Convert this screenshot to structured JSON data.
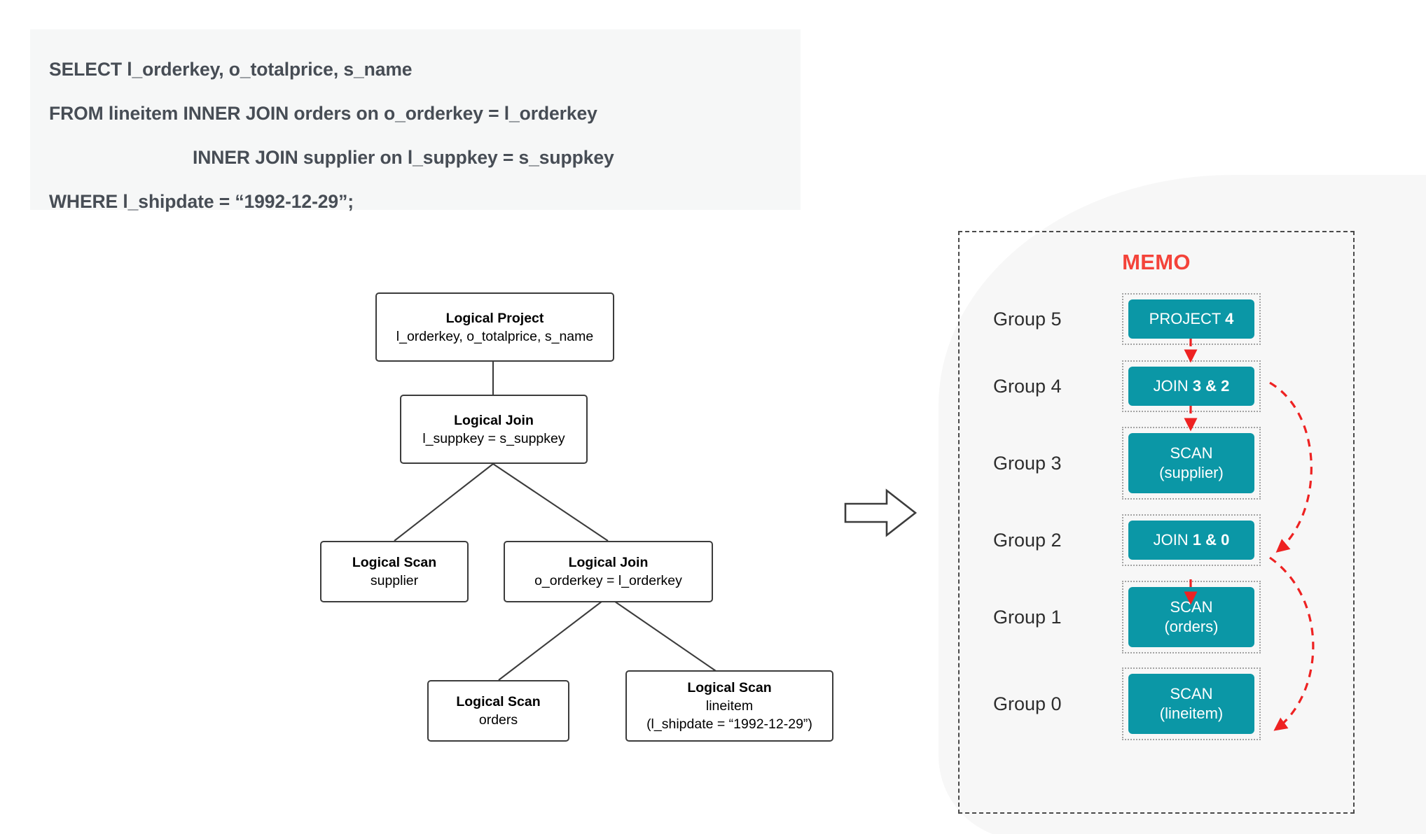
{
  "sql": {
    "lines": [
      {
        "text": "SELECT l_orderkey, o_totalprice, s_name",
        "indent": false
      },
      {
        "text": "FROM lineitem INNER JOIN orders on o_orderkey = l_orderkey",
        "indent": false
      },
      {
        "text": "INNER JOIN supplier on l_suppkey = s_suppkey",
        "indent": true
      },
      {
        "text": "WHERE l_shipdate = “1992-12-29”;",
        "indent": false
      }
    ]
  },
  "tree": {
    "nodes": [
      {
        "title": "Logical Project",
        "sub": "l_orderkey, o_totalprice, s_name",
        "sub2": ""
      },
      {
        "title": "Logical Join",
        "sub": "l_suppkey = s_suppkey",
        "sub2": ""
      },
      {
        "title": "Logical Scan",
        "sub": "supplier",
        "sub2": ""
      },
      {
        "title": "Logical Join",
        "sub": "o_orderkey = l_orderkey",
        "sub2": ""
      },
      {
        "title": "Logical Scan",
        "sub": "orders",
        "sub2": ""
      },
      {
        "title": "Logical Scan",
        "sub": "lineitem",
        "sub2": "(l_shipdate = “1992-12-29”)"
      }
    ]
  },
  "transform_arrow": {
    "name": "rightwards-block-arrow"
  },
  "memo": {
    "title": "MEMO",
    "title_color": "#f4433a",
    "box_color": "#0b97a6",
    "arrow_color": "#ee2222",
    "groups": [
      {
        "label": "Group 5",
        "op": "PROJECT",
        "args": "4",
        "detail": "",
        "tall": false
      },
      {
        "label": "Group 4",
        "op": "JOIN",
        "args": "3 & 2",
        "detail": "",
        "tall": false
      },
      {
        "label": "Group 3",
        "op": "SCAN",
        "args": "",
        "detail": "(supplier)",
        "tall": true
      },
      {
        "label": "Group 2",
        "op": "JOIN",
        "args": "1 & 0",
        "detail": "",
        "tall": false
      },
      {
        "label": "Group 1",
        "op": "SCAN",
        "args": "",
        "detail": "(orders)",
        "tall": true
      },
      {
        "label": "Group 0",
        "op": "SCAN",
        "args": "",
        "detail": "(lineitem)",
        "tall": true
      }
    ]
  }
}
